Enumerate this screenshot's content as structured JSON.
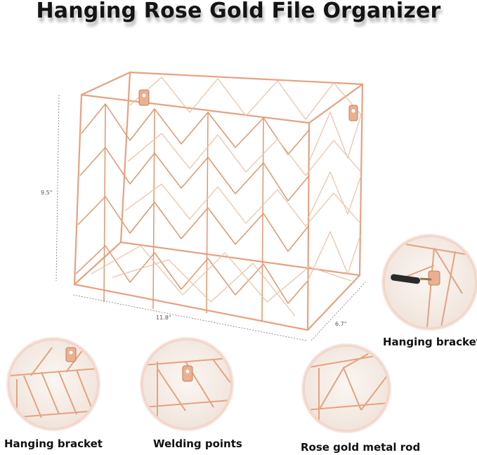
{
  "title": "Hanging Rose Gold File Organizer",
  "dimensions": {
    "height": "9.5\"",
    "length": "11.8\"",
    "depth": "6.7\""
  },
  "callouts": [
    {
      "label": "Hanging bracket"
    },
    {
      "label": "Hanging bracket"
    },
    {
      "label": "Welding points"
    },
    {
      "label": "Rose gold metal rod"
    }
  ],
  "colors": {
    "wire": "#e6a27f",
    "wire_dark": "#c97e5c",
    "bracket": "#eab08f",
    "circle_ring": "#f2d6c9"
  }
}
